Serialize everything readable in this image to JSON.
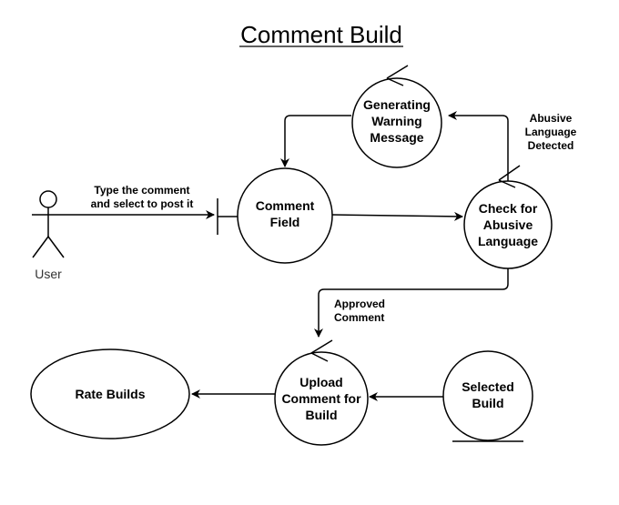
{
  "title": "Comment Build",
  "actor": {
    "label": "User"
  },
  "nodes": {
    "generating_warning": [
      "Generating",
      "Warning",
      "Message"
    ],
    "comment_field": [
      "Comment",
      "Field"
    ],
    "check_abusive": [
      "Check for",
      "Abusive",
      "Language"
    ],
    "upload_comment": [
      "Upload",
      "Comment for",
      "Build"
    ],
    "selected_build": [
      "Selected",
      "Build"
    ],
    "rate_builds": [
      "Rate Builds"
    ]
  },
  "edge_labels": {
    "type_comment": [
      "Type the comment",
      "and select to post it"
    ],
    "abusive_detected": [
      "Abusive",
      "Language",
      "Detected"
    ],
    "approved_comment": [
      "Approved",
      "Comment"
    ]
  }
}
